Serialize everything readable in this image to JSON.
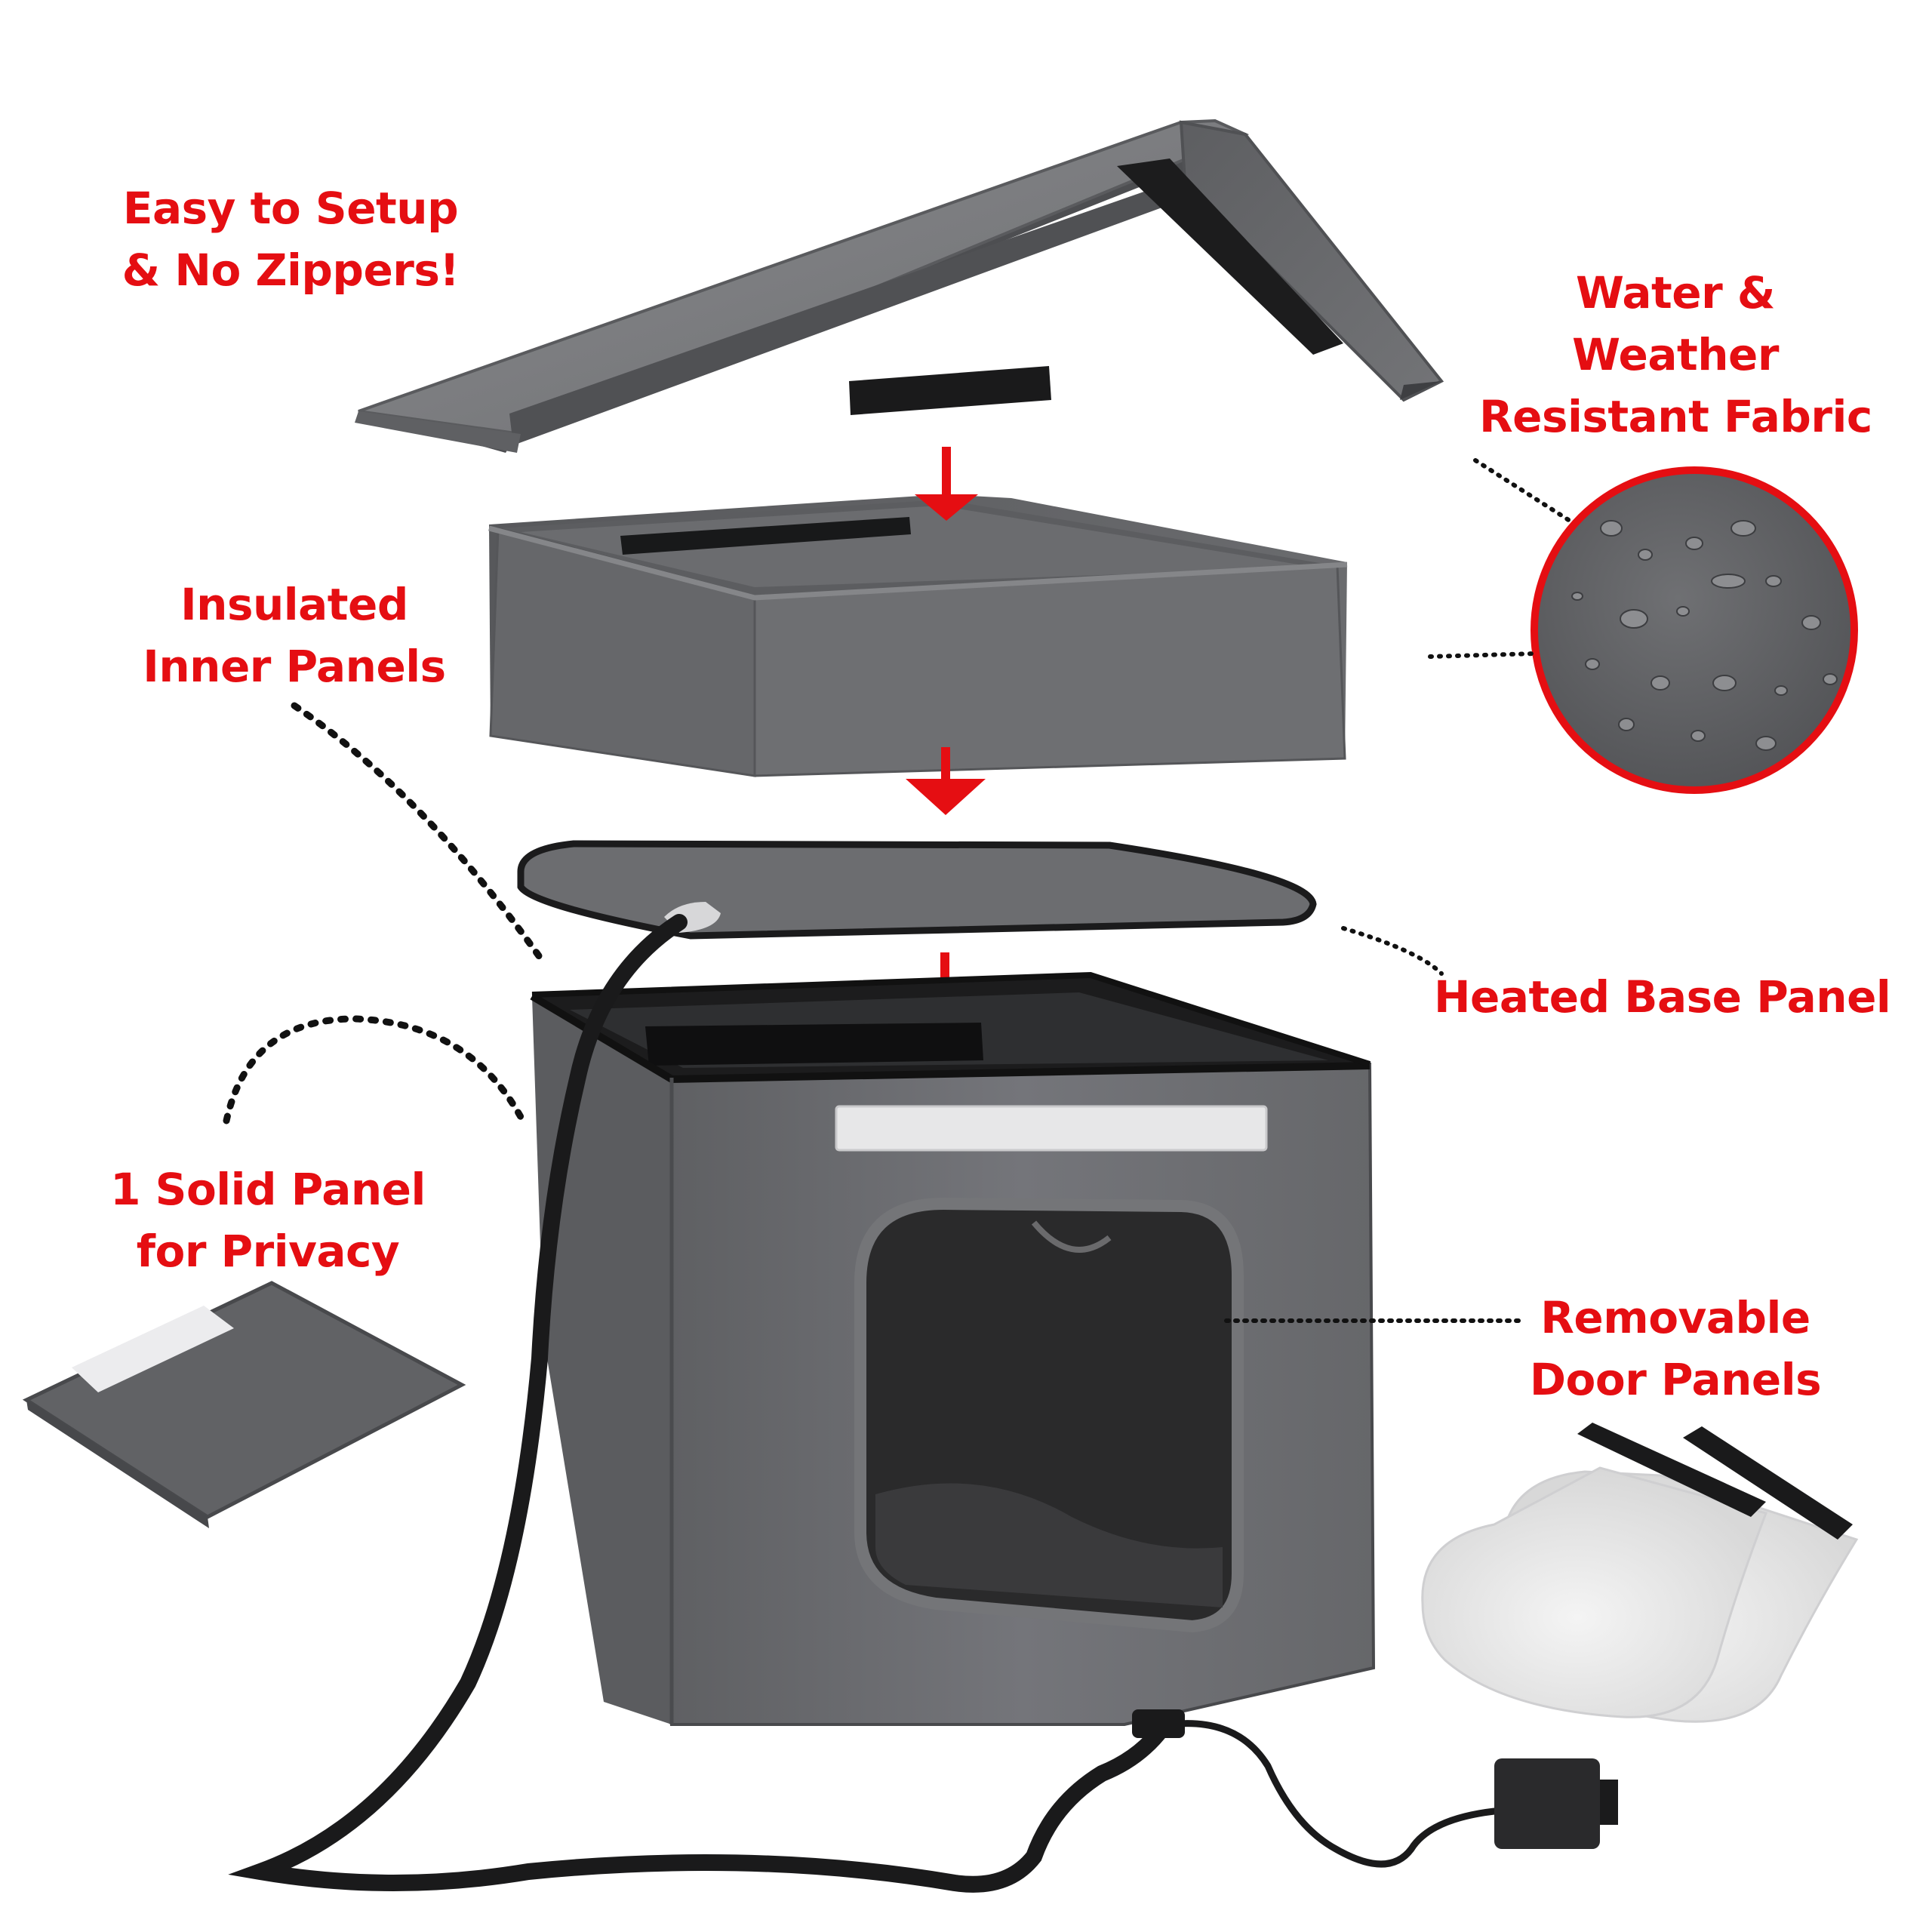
{
  "accent_color": "#e50e12",
  "fabric_color": "#6e6f72",
  "callouts": {
    "setup": {
      "line1": "Easy to Setup",
      "line2": "& No Zippers!"
    },
    "water": {
      "line1": "Water &",
      "line2": "Weather",
      "line3": "Resistant Fabric"
    },
    "insulated": {
      "line1": "Insulated",
      "line2": "Inner Panels"
    },
    "heated": {
      "line1": "Heated Base Panel"
    },
    "solid": {
      "line1": "1 Solid Panel",
      "line2": "for Privacy"
    },
    "door": {
      "line1": "Removable",
      "line2": "Door Panels"
    }
  },
  "icons": [
    "arrow-down-icon",
    "water-droplets-closeup"
  ]
}
